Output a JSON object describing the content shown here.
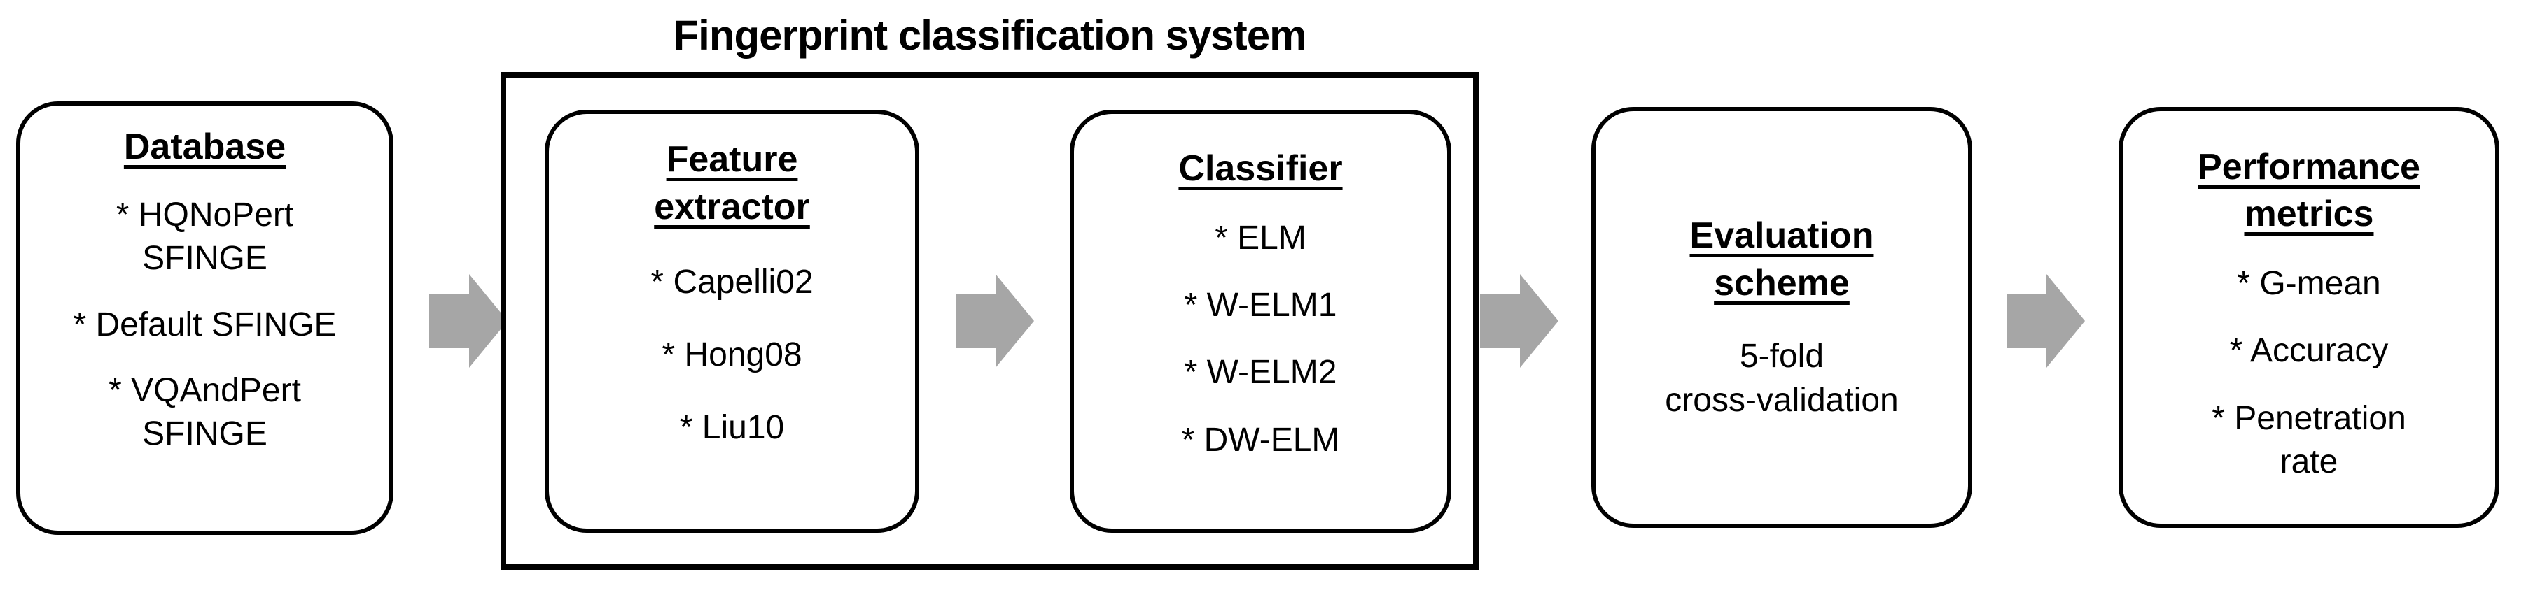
{
  "title": "Fingerprint classification system",
  "colors": {
    "line": "#000000",
    "arrow": "#a6a6a6",
    "background": "#ffffff",
    "text": "#000000"
  },
  "boxes": {
    "database": {
      "heading": "Database",
      "items": [
        "* HQNoPert\nSFINGE",
        "* Default SFINGE",
        "* VQAndPert\nSFINGE"
      ]
    },
    "feature_extractor": {
      "heading": "Feature\nextractor",
      "items": [
        "* Capelli02",
        "* Hong08",
        "* Liu10"
      ]
    },
    "classifier": {
      "heading": "Classifier",
      "items": [
        "* ELM",
        "* W-ELM1",
        "* W-ELM2",
        "* DW-ELM"
      ]
    },
    "evaluation_scheme": {
      "heading": "Evaluation\nscheme",
      "items": [
        "5-fold\ncross-validation"
      ]
    },
    "performance_metrics": {
      "heading": "Performance\nmetrics",
      "items": [
        "* G-mean",
        "* Accuracy",
        "* Penetration\nrate"
      ]
    }
  }
}
